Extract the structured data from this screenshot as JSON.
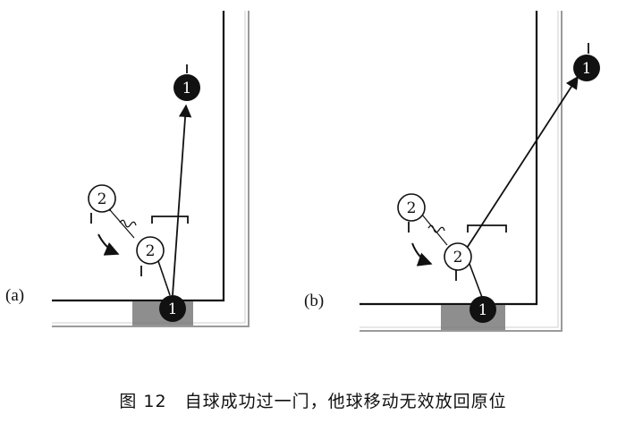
{
  "panels": [
    {
      "label": "(a)",
      "own_ball": {
        "number": "1",
        "color": "#111111"
      },
      "other_ball_start": {
        "number": "2"
      },
      "other_ball_moved": {
        "number": "2"
      },
      "target_ball": {
        "number": "1",
        "color": "#111111"
      }
    },
    {
      "label": "(b)",
      "own_ball": {
        "number": "1",
        "color": "#111111"
      },
      "other_ball_start": {
        "number": "2"
      },
      "other_ball_moved": {
        "number": "2"
      },
      "target_ball": {
        "number": "1",
        "color": "#111111"
      }
    }
  ],
  "caption": "图 12　自球成功过一门，他球移动无效放回原位",
  "colors": {
    "line": "#111111",
    "wall_outer": "#9a9a9a",
    "start_area": "#7a7a7a"
  }
}
